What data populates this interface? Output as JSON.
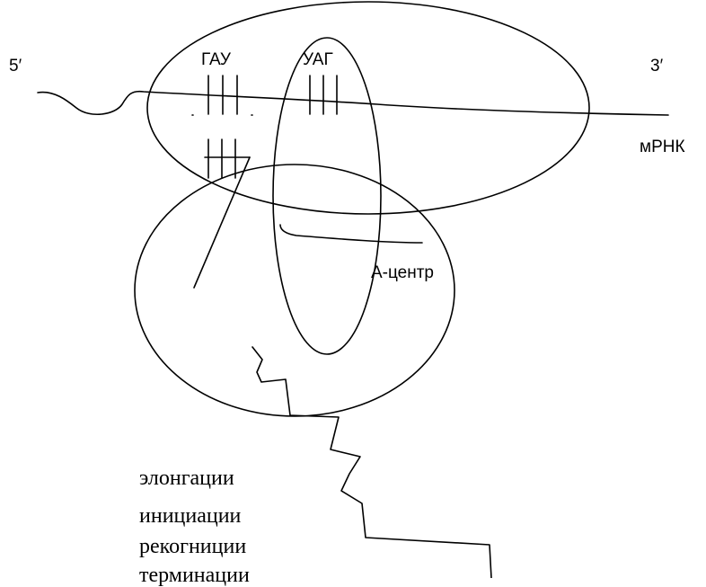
{
  "diagram": {
    "end_5": "5′",
    "end_3": "3′",
    "codon_left": "ГАУ",
    "codon_right": "УАГ",
    "mrna_label": "мРНК",
    "a_site_label": "А-центр"
  },
  "options": [
    "элонгации",
    "инициации",
    "рекогниции",
    "терминации"
  ]
}
